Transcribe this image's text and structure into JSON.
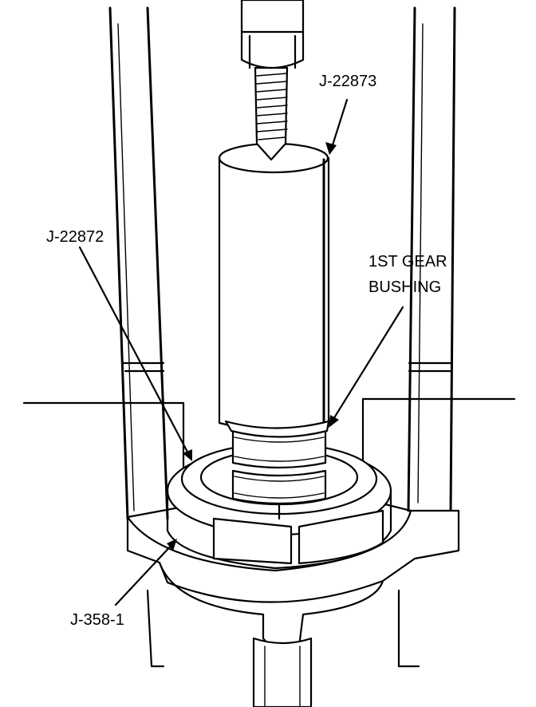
{
  "diagram": {
    "labels": {
      "remover": "J-22873",
      "installer": "J-22872",
      "bushing_line1": "1ST GEAR",
      "bushing_line2": "BUSHING",
      "base": "J-358-1"
    }
  }
}
